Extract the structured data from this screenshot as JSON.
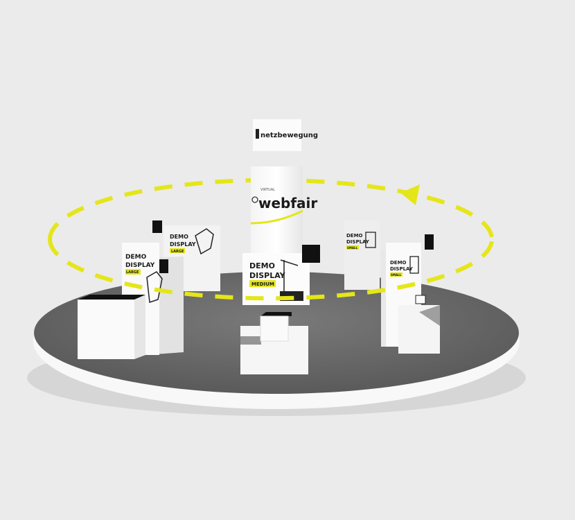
{
  "scene": {
    "sponsor_sign": "netzbewegung",
    "brand": {
      "prefix": "VIRTUAL",
      "name": "webfair"
    },
    "booths": [
      {
        "id": "large-front",
        "line1": "DEMO",
        "line2": "DISPLAY",
        "size": "LARGE"
      },
      {
        "id": "large-back",
        "line1": "DEMO",
        "line2": "DISPLAY",
        "size": "LARGE"
      },
      {
        "id": "medium",
        "line1": "DEMO",
        "line2": "DISPLAY",
        "size": "MEDIUM"
      },
      {
        "id": "small-back",
        "line1": "DEMO",
        "line2": "DISPLAY",
        "size": "SMALL"
      },
      {
        "id": "small-front",
        "line1": "DEMO",
        "line2": "DISPLAY",
        "size": "SMALL"
      }
    ]
  },
  "colors": {
    "background": "#ebebeb",
    "accent": "#e4e61a",
    "floor": "#6b6b6b",
    "rim": "#ffffff"
  }
}
